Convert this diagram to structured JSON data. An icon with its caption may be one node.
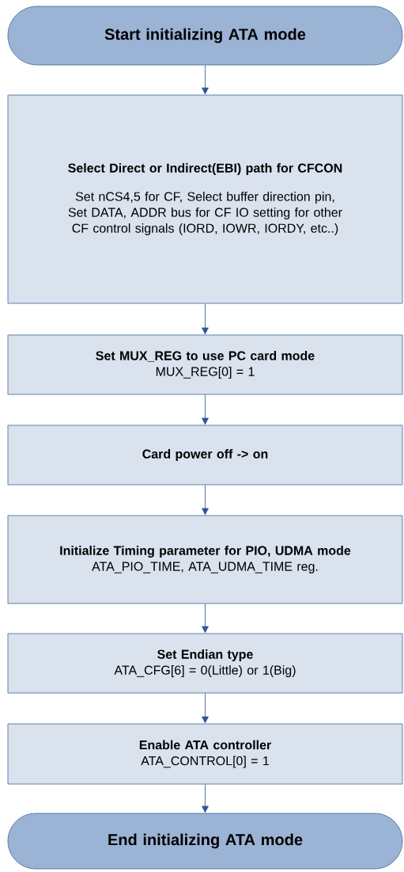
{
  "diagram": {
    "nodes": [
      {
        "text": [
          "Start initializing ATA mode"
        ]
      },
      {
        "text": [
          "Select Direct or Indirect(EBI) path for CFCON",
          "Set nCS4,5 for CF, Select buffer direction pin, Set DATA, ADDR bus for CF IO setting for other CF control signals (IORD, IOWR, IORDY, etc..)"
        ]
      },
      {
        "text": [
          "Set MUX_REG to use PC card mode",
          "MUX_REG[0] = 1"
        ]
      },
      {
        "text": [
          "Card power off -> on"
        ]
      },
      {
        "text": [
          "Initialize Timing parameter for PIO, UDMA mode",
          "ATA_PIO_TIME, ATA_UDMA_TIME reg."
        ]
      },
      {
        "text": [
          "Set Endian type",
          "ATA_CFG[6] = 0(Little) or 1(Big)"
        ]
      },
      {
        "text": [
          "Enable ATA controller",
          "ATA_CONTROL[0] = 1"
        ]
      },
      {
        "text": [
          "End initializing ATA mode"
        ]
      }
    ],
    "edges": [
      {
        "from": 0,
        "to": 1,
        "arrow": "to"
      },
      {
        "from": 1,
        "to": 2,
        "arrow": "to"
      },
      {
        "from": 2,
        "to": 3,
        "arrow": "to"
      },
      {
        "from": 3,
        "to": 4,
        "arrow": "to"
      },
      {
        "from": 4,
        "to": 5,
        "arrow": "to"
      },
      {
        "from": 5,
        "to": 6,
        "arrow": "to"
      },
      {
        "from": 6,
        "to": 7,
        "arrow": "to"
      }
    ]
  }
}
